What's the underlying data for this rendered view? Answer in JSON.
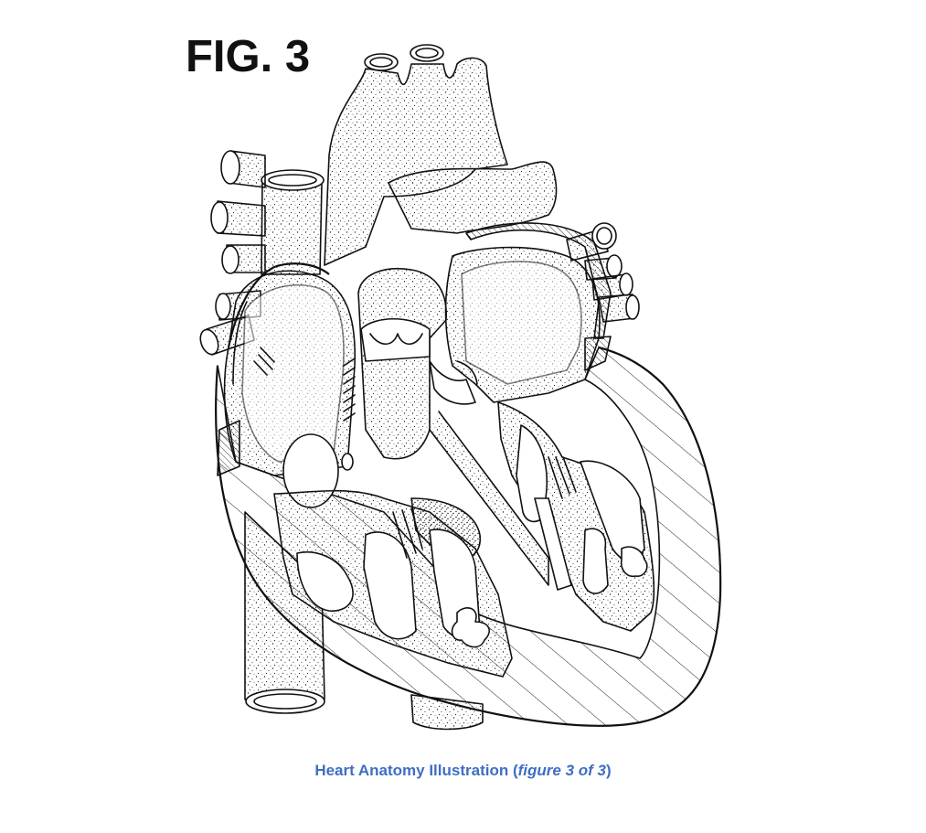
{
  "figure": {
    "label": "FIG. 3"
  },
  "caption": {
    "title": "Heart Anatomy Illustration",
    "open_paren": " (",
    "detail": "figure 3 of 3",
    "close_paren": ")"
  },
  "colors": {
    "line": "#111111",
    "caption": "#3f6ec2",
    "background": "#ffffff"
  },
  "illustration": {
    "subject": "heart-cross-section-line-drawing"
  }
}
